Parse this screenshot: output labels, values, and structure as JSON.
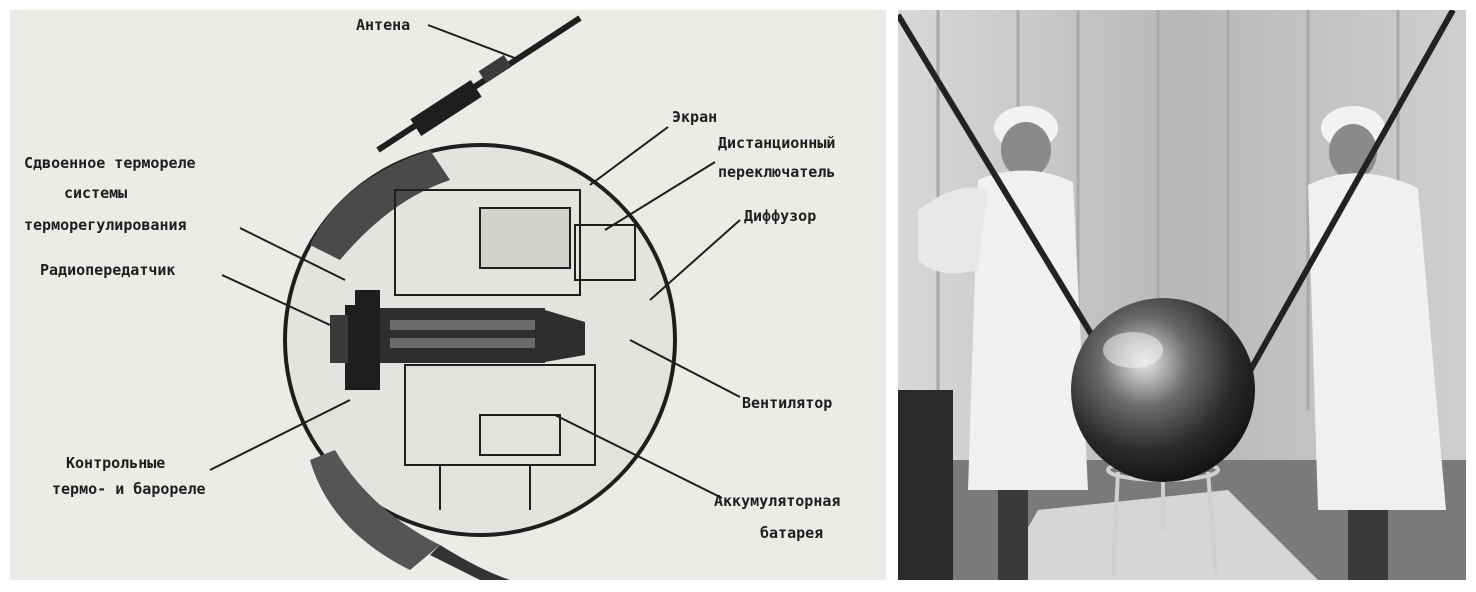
{
  "diagram": {
    "labels": {
      "antenna": "Антена",
      "screen": "Экран",
      "remote_switch_1": "Дистанционный",
      "remote_switch_2": "переключатель",
      "diffuser": "Диффузор",
      "thermo_relay_1": "Сдвоенное термореле",
      "thermo_relay_2": "системы",
      "thermo_relay_3": "терморегулирования",
      "transmitter": "Радиопередатчик",
      "fan": "Вентилятор",
      "control_relays_1": "Контрольные",
      "control_relays_2": "термо- и барореле",
      "battery_1": "Аккумуляторная",
      "battery_2": "батарея"
    }
  },
  "colors": {
    "paper": "#ecebe8",
    "ink": "#1e1e1e",
    "photo_bg": "#bdbdbd"
  }
}
